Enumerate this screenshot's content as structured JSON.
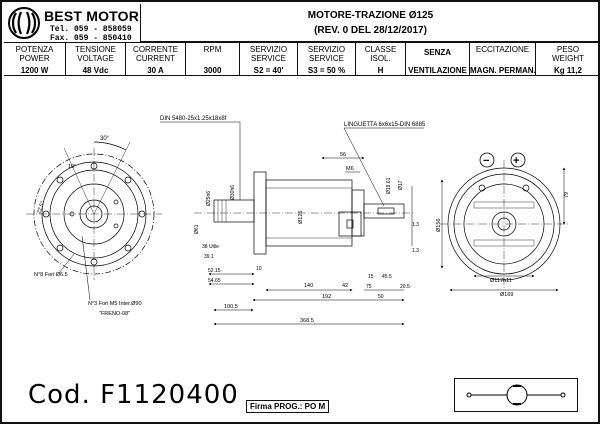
{
  "header": {
    "brand": "BEST MOTOR",
    "tel": "Tel. 059 - 858059",
    "fax": "Fax. 059 - 850410",
    "title": "MOTORE-TRAZIONE Ø125",
    "revision": "(REV. 0 DEL 28/12/2017)"
  },
  "specs": [
    {
      "h1": "POTENZA",
      "h2": "POWER",
      "value": "1200 W"
    },
    {
      "h1": "TENSIONE",
      "h2": "VOLTAGE",
      "value": "48 Vdc"
    },
    {
      "h1": "CORRENTE",
      "h2": "CURRENT",
      "value": "30 A"
    },
    {
      "h1": "RPM",
      "h2": "",
      "value": "3000"
    },
    {
      "h1": "SERVIZIO",
      "h2": "SERVICE",
      "value": "S2 =  40'"
    },
    {
      "h1": "SERVIZIO",
      "h2": "SERVICE",
      "value": "S3 = 50 %"
    },
    {
      "h1": "CLASSE",
      "h2": "ISOL.",
      "value": "H"
    },
    {
      "h1": "SENZA",
      "h2": "",
      "value": "VENTILAZIONE"
    },
    {
      "h1": "ECCITAZIONE",
      "h2": "",
      "value": "MAGN. PERMAN."
    },
    {
      "h1": "PESO",
      "h2": "WEIGHT",
      "value": "Kg 11,2"
    }
  ],
  "drawing": {
    "labels": {
      "din": "DIN 5480-25x1.25x18x8f",
      "linguetta": "LINGUETTA 6x6x15-DIN 6885",
      "fori_m5": "N°3 Fori M5 Inter.Ø90",
      "freno": "\"FRENO-08\"",
      "fori_65": "N°8 Fori Ø6.5",
      "angle30": "30°",
      "angle22": "22.5°",
      "angle10": "10°",
      "m6": "M6"
    },
    "dims": {
      "d56": "56",
      "d140": "140",
      "d42": "42",
      "d192": "192",
      "d100_5": "100.5",
      "d368_5": "368.5",
      "d52_15": "52.15",
      "d54_65": "54.65",
      "d38": "38 Utile",
      "d39_1": "39.1",
      "d10": "10",
      "d75": "75",
      "d50": "50",
      "d15": "15",
      "d45_5": "45.5",
      "d20_5": "20.5",
      "d1_3a": "1.3",
      "d1_3b": "1.3",
      "d79": "79",
      "d125": "Ø125",
      "d156": "Ø156",
      "d169": "Ø169",
      "d117": "Ø117h11",
      "d61": "Ø61",
      "d17": "Ø17",
      "d19": "Ø19.61",
      "d30": "Ø30h6",
      "d25": "Ø25h6"
    },
    "terminals": {
      "minus": "−",
      "plus": "+"
    }
  },
  "footer": {
    "code": "Cod. F1120400",
    "firma": "Firma PROG.: PO M"
  }
}
